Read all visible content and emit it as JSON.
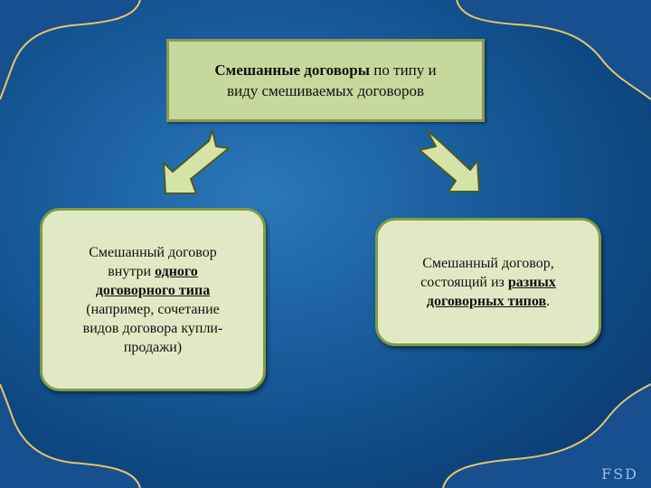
{
  "slide": {
    "title_box": {
      "bold": "Смешанные договоры",
      "rest_line1": " по типу и",
      "line2": "виду смешиваемых договоров"
    },
    "left_card": {
      "line1": "Смешанный договор",
      "line2_pre": "внутри ",
      "line2_bold": "одного",
      "line3_bold": "договорного типа",
      "line4": "(например, сочетание",
      "line5": "видов договора купли-",
      "line6": "продажи)"
    },
    "right_card": {
      "line1": "Смешанный договор,",
      "line2_pre": "состоящий из ",
      "line2_bold": "разных",
      "line3_bold": "договорных типов",
      "line3_post": "."
    },
    "watermark": "FSD"
  },
  "colors": {
    "background": "#1a5f9f",
    "title_fill": "#c6d89c",
    "card_fill": "#e1e9c4",
    "card_border": "#7f9c45",
    "arrow_fill": "#d6e3a6",
    "gold": "#e6c66a"
  }
}
